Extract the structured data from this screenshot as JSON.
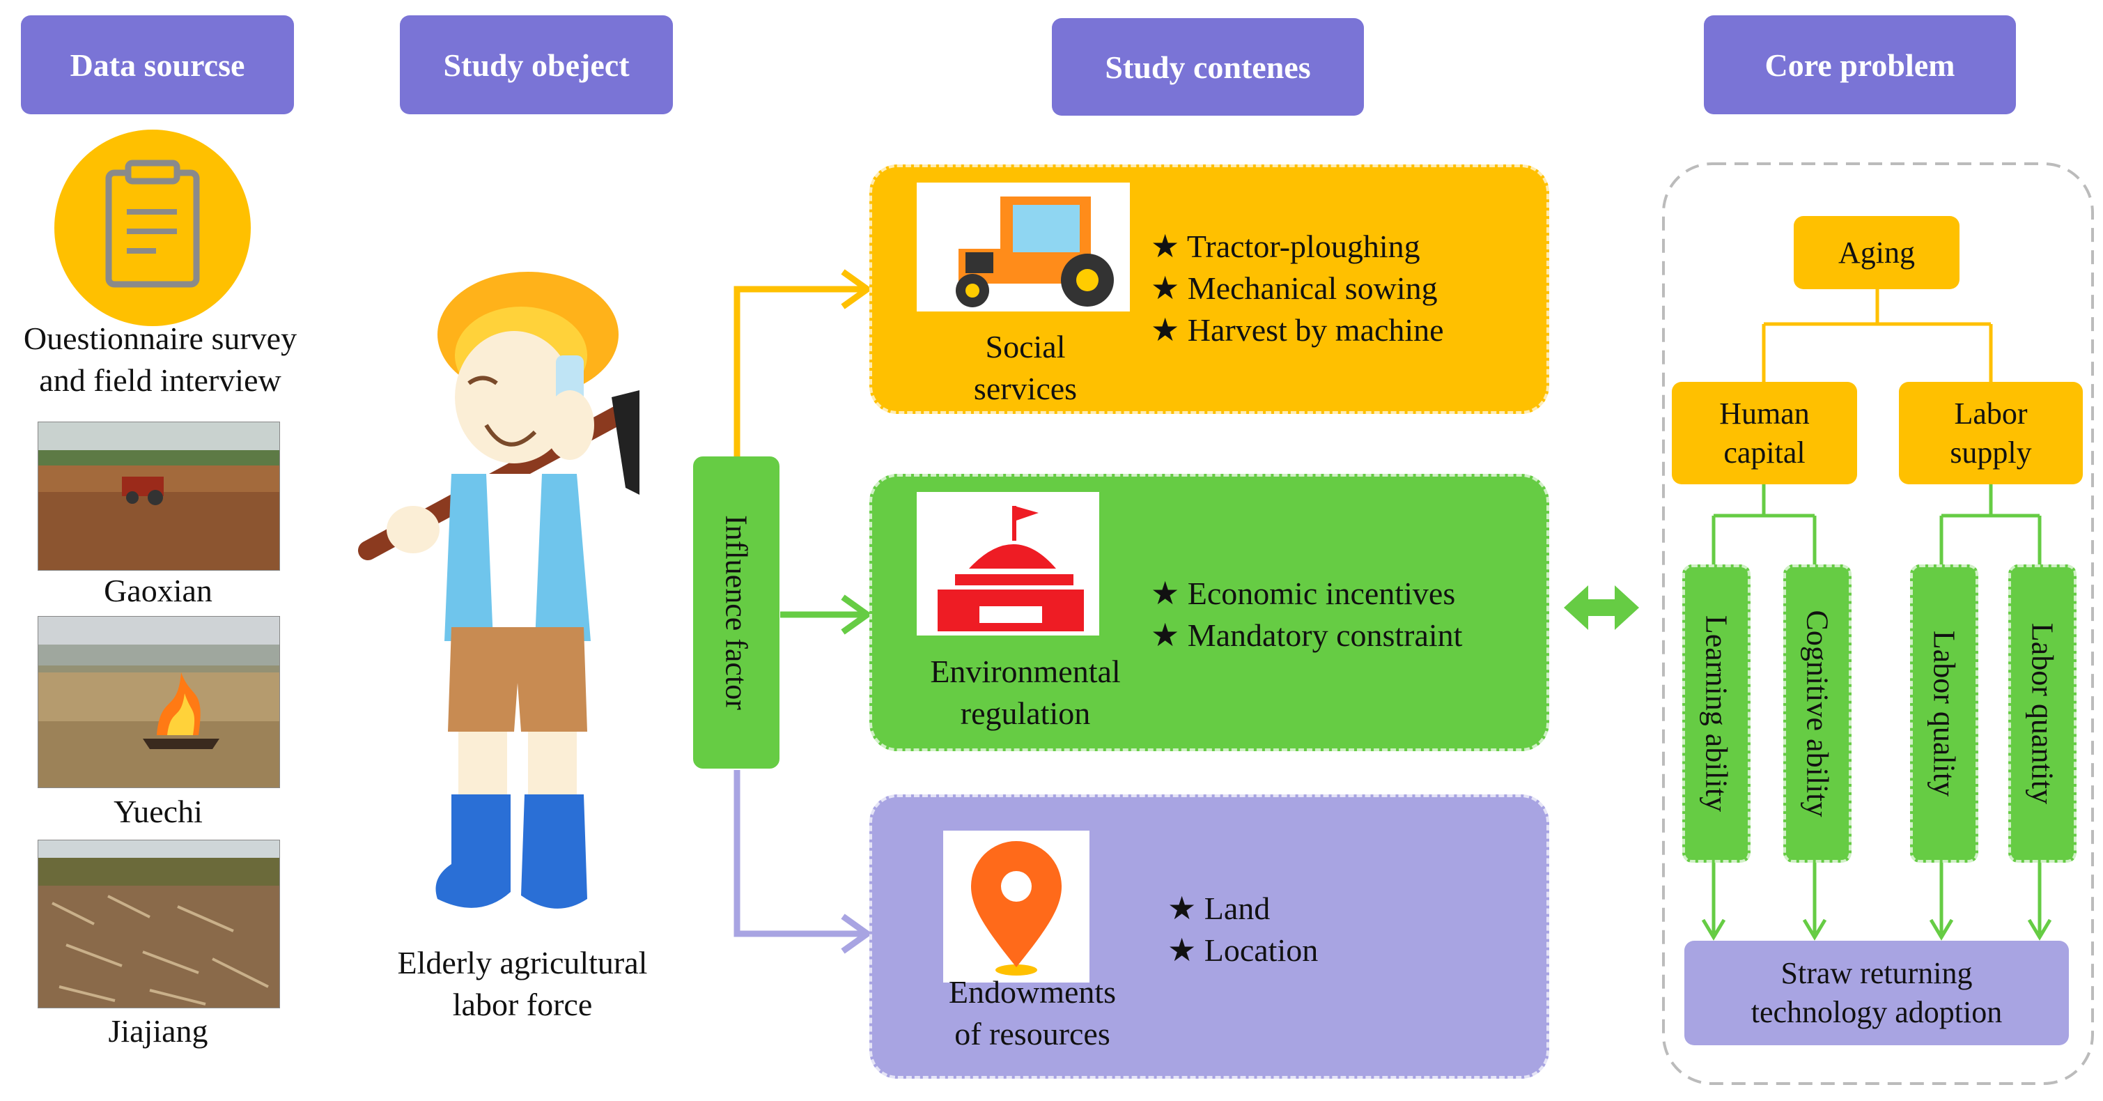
{
  "headers": {
    "data_source": "Data sourcse",
    "study_object": "Study obeject",
    "study_contents": "Study contenes",
    "core_problem": "Core problem"
  },
  "data_source": {
    "questionnaire_line1": "Ouestionnaire survey",
    "questionnaire_line2": "and field interview",
    "sites": [
      "Gaoxian",
      "Yuechi",
      "Jiajiang"
    ]
  },
  "study_object": {
    "line1": "Elderly agricultural",
    "line2": "labor force"
  },
  "influence_factor": "Influence factor",
  "contents": {
    "social": {
      "label_line1": "Social",
      "label_line2": "services",
      "bullets": [
        "★ Tractor-ploughing",
        "★ Mechanical sowing",
        "★ Harvest by machine"
      ]
    },
    "environmental": {
      "label_line1": "Environmental",
      "label_line2": "regulation",
      "bullets": [
        "★ Economic incentives",
        "★ Mandatory constraint"
      ]
    },
    "endowments": {
      "label_line1": "Endowments",
      "label_line2": "of resources",
      "bullets": [
        "★ Land",
        "★ Location"
      ]
    }
  },
  "core": {
    "aging": "Aging",
    "human_capital_line1": "Human",
    "human_capital_line2": "capital",
    "labor_supply_line1": "Labor",
    "labor_supply_line2": "supply",
    "learning": "Learning ability",
    "cognitive": "Cognitive ability",
    "labor_quality": "Labor quality",
    "labor_quantity": "Labor quantity",
    "straw_line1": "Straw returning",
    "straw_line2": "technology adoption"
  },
  "colors": {
    "header": "#7a74d6",
    "orange": "#ffc000",
    "green": "#66cc44",
    "purple": "#a8a4e2",
    "map_pin": "#ff6a1a",
    "flag_red": "#ee1c24"
  }
}
